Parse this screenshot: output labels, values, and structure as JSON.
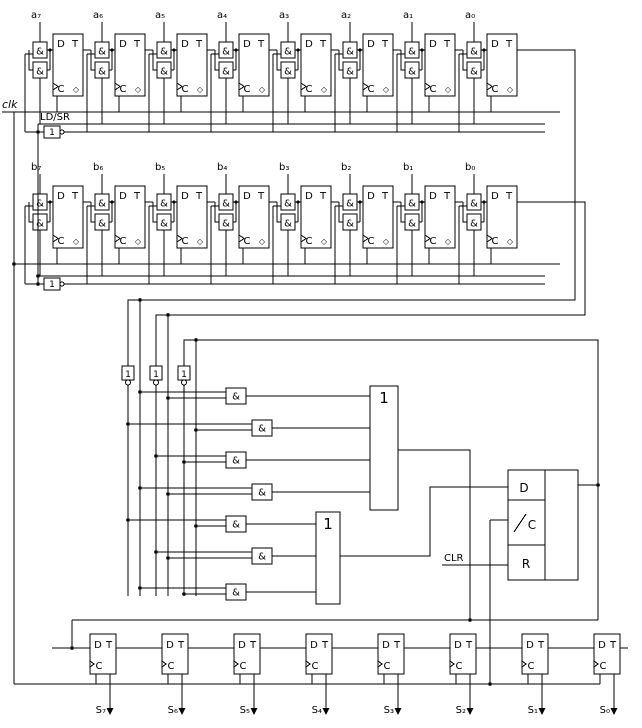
{
  "signals": {
    "clock": "clk",
    "load_shift": "LD/SR",
    "clear": "CLR"
  },
  "glyphs": {
    "and": "&",
    "or": "1",
    "not": "1",
    "d": "D",
    "t": "T",
    "c": "C",
    "r": "R",
    "diamond": "◇"
  },
  "registers": {
    "a": {
      "bits": [
        "a₇",
        "a₆",
        "a₅",
        "a₄",
        "a₃",
        "a₂",
        "a₁",
        "a₀"
      ]
    },
    "b": {
      "bits": [
        "b₇",
        "b₆",
        "b₅",
        "b₄",
        "b₃",
        "b₂",
        "b₁",
        "b₀"
      ]
    },
    "s": {
      "bits": [
        "S₇",
        "S₆",
        "S₅",
        "S₄",
        "S₃",
        "S₂",
        "S₁",
        "S₀"
      ]
    }
  },
  "colors": {
    "ink": "#000000",
    "paper": "#ffffff"
  }
}
